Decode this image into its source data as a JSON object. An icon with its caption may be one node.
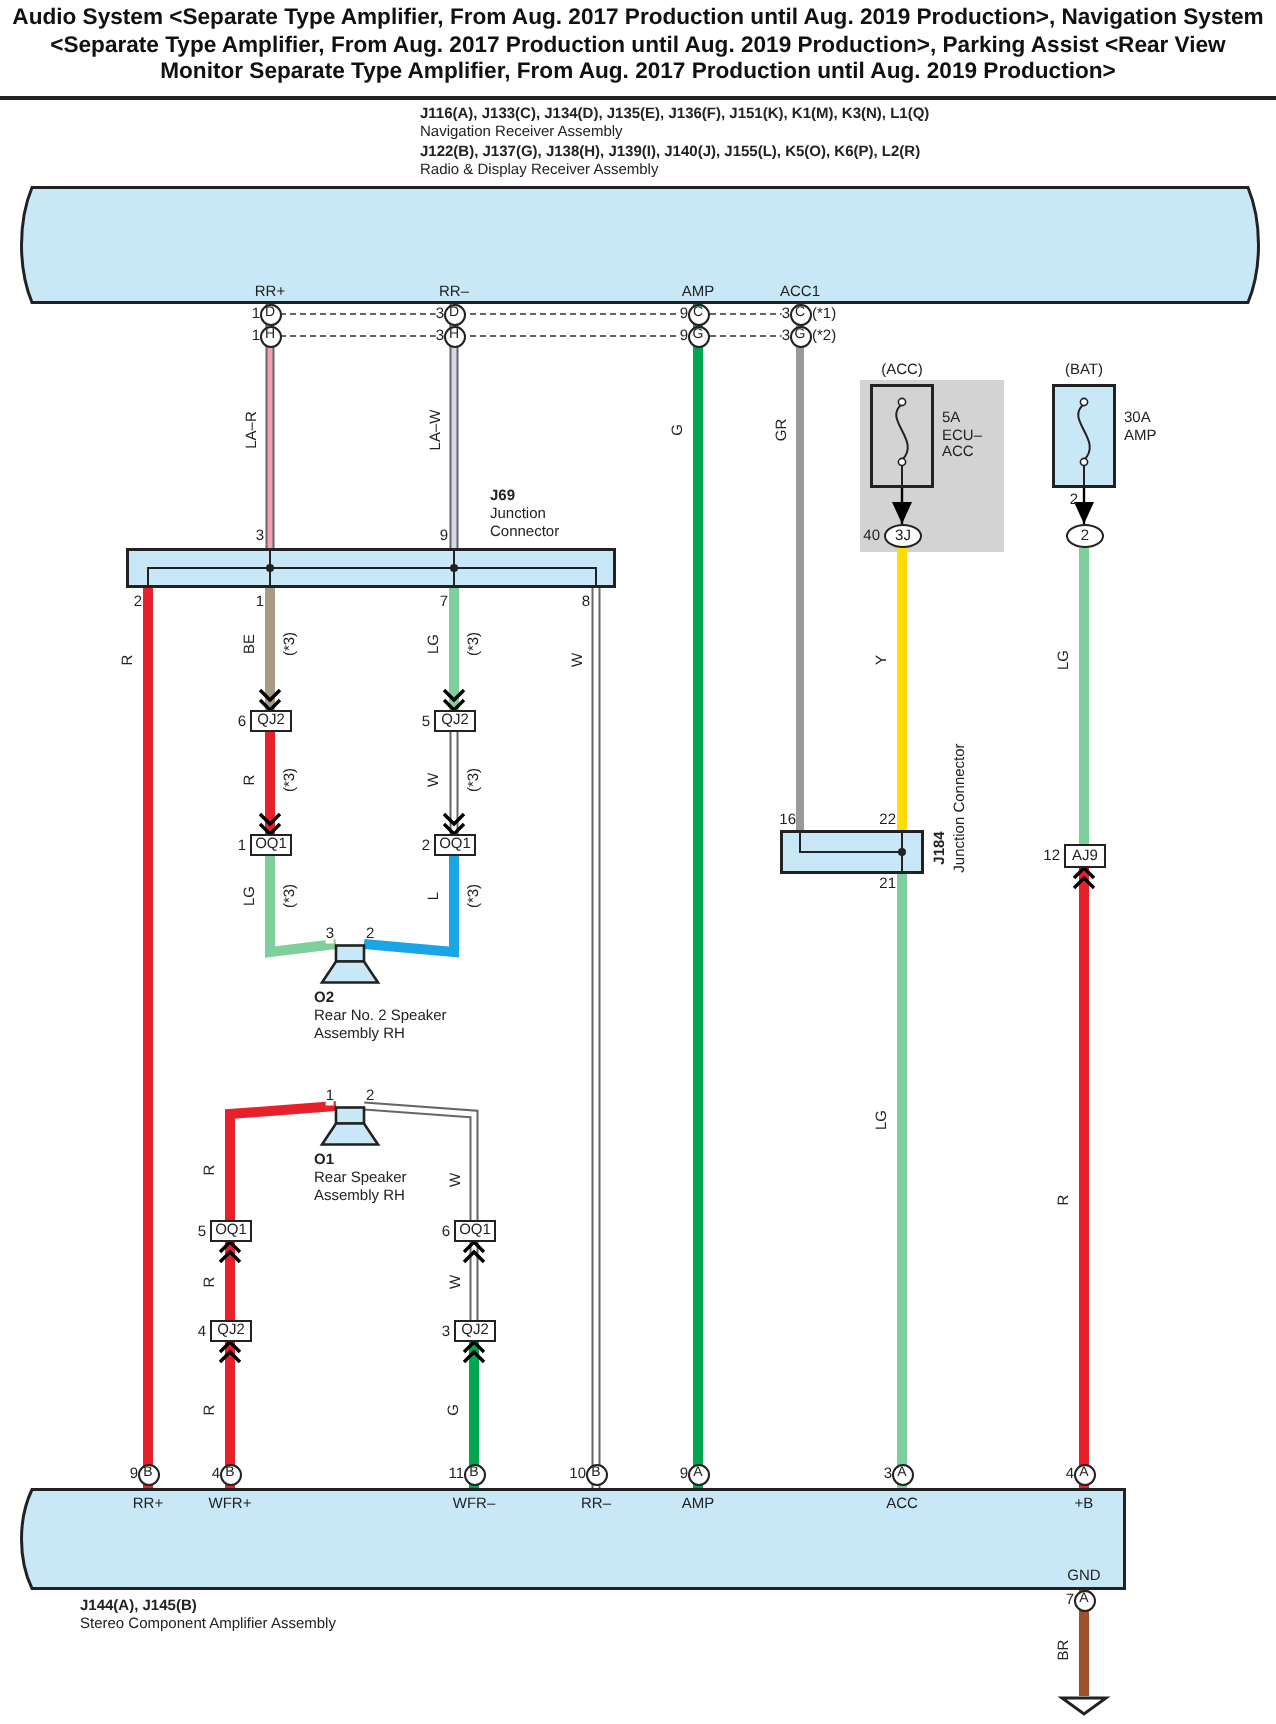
{
  "diagram": {
    "title": "Audio System <Separate Type Amplifier, From Aug. 2017 Production until Aug. 2019 Production>, Navigation System <Separate Type Amplifier, From Aug. 2017 Production until Aug. 2019 Production>, Parking Assist <Rear View Monitor Separate Type Amplifier, From Aug. 2017 Production until Aug. 2019 Production>",
    "nodes": [
      {
        "text": [
          "J116(A), J133(C), J134(D), J135(E), J136(F), J151(K), K1(M), K3(N), L1(Q)",
          "Navigation Receiver Assembly",
          "J122(B), J137(G), J138(H), J139(I), J140(J), J155(L), K5(O), K6(P), L2(R)",
          "Radio & Display Receiver Assembly",
          "RR+",
          "RR–",
          "AMP",
          "ACC1"
        ]
      },
      {
        "text": [
          "J69",
          "Junction Connector"
        ]
      },
      {
        "text": [
          "QJ2"
        ],
        "beside": [
          "6"
        ]
      },
      {
        "text": [
          "QJ2"
        ],
        "beside": [
          "5"
        ]
      },
      {
        "text": [
          "OQ1"
        ],
        "beside": [
          "1"
        ]
      },
      {
        "text": [
          "OQ1"
        ],
        "beside": [
          "2"
        ]
      },
      {
        "text": [
          "O2",
          "Rear No. 2 Speaker Assembly RH"
        ]
      },
      {
        "text": [
          "O1",
          "Rear Speaker Assembly RH"
        ]
      },
      {
        "text": [
          "OQ1"
        ],
        "beside": [
          "5"
        ]
      },
      {
        "text": [
          "OQ1"
        ],
        "beside": [
          "6"
        ]
      },
      {
        "text": [
          "QJ2"
        ],
        "beside": [
          "4"
        ]
      },
      {
        "text": [
          "QJ2"
        ],
        "beside": [
          "3"
        ]
      },
      {
        "text": [
          "5A ECU– ACC"
        ],
        "beside": [
          "(ACC)"
        ]
      },
      {
        "text": [
          "3J"
        ],
        "beside": [
          "40"
        ]
      },
      {
        "text": [
          "30A AMP"
        ],
        "beside": [
          "(BAT)",
          "2"
        ]
      },
      {
        "text": [
          "2"
        ]
      },
      {
        "text": [
          "J184",
          "Junction Connector"
        ],
        "beside": [
          "16",
          "22",
          "21"
        ]
      },
      {
        "text": [
          "AJ9"
        ],
        "beside": [
          "12"
        ]
      },
      {
        "text": [
          "J144(A), J145(B)",
          "Stereo Component Amplifier Assembly",
          "RR+",
          "WFR+",
          "WFR–",
          "RR–",
          "AMP",
          "ACC",
          "+B",
          "GND"
        ]
      },
      {
        "text": [],
        "shape": "ground"
      }
    ],
    "edges": [
      {
        "from": 0,
        "to": 1,
        "arrow": "none",
        "label": "LA–R",
        "color": "#f4a0b0"
      },
      {
        "from": 0,
        "to": 1,
        "arrow": "none",
        "label": "LA–W",
        "color": "#d8d8ec"
      },
      {
        "from": 1,
        "to": 18,
        "arrow": "none",
        "label": "R",
        "color": "#e8202a"
      },
      {
        "from": 1,
        "to": 2,
        "arrow": "to",
        "label": "BE",
        "color": "#a89a84"
      },
      {
        "from": 1,
        "to": 3,
        "arrow": "to",
        "label": "LG",
        "color": "#7fcf9c"
      },
      {
        "from": 1,
        "to": 18,
        "arrow": "none",
        "label": "W",
        "color": "#ffffff"
      },
      {
        "from": 2,
        "to": 4,
        "arrow": "to",
        "label": "R",
        "color": "#e8202a"
      },
      {
        "from": 3,
        "to": 5,
        "arrow": "to",
        "label": "W",
        "color": "#ffffff"
      },
      {
        "from": 4,
        "to": 6,
        "arrow": "none",
        "label": "LG",
        "color": "#7fcf9c"
      },
      {
        "from": 5,
        "to": 6,
        "arrow": "none",
        "label": "L",
        "color": "#1aa6e6"
      },
      {
        "from": 7,
        "to": 8,
        "arrow": "none",
        "label": "R",
        "color": "#e8202a"
      },
      {
        "from": 7,
        "to": 9,
        "arrow": "none",
        "label": "W",
        "color": "#ffffff"
      },
      {
        "from": 10,
        "to": 8,
        "arrow": "to",
        "label": "R",
        "color": "#e8202a"
      },
      {
        "from": 18,
        "to": 10,
        "arrow": "to",
        "label": "R",
        "color": "#e8202a"
      },
      {
        "from": 11,
        "to": 9,
        "arrow": "to",
        "label": "W",
        "color": "#ffffff"
      },
      {
        "from": 18,
        "to": 11,
        "arrow": "to",
        "label": "G",
        "color": "#00a651"
      },
      {
        "from": 0,
        "to": 18,
        "arrow": "none",
        "label": "G",
        "color": "#00a651"
      },
      {
        "from": 0,
        "to": 16,
        "arrow": "none",
        "label": "GR",
        "color": "#9a9a9a"
      },
      {
        "from": 12,
        "to": 13,
        "arrow": "to",
        "color": "#000000"
      },
      {
        "from": 13,
        "to": 16,
        "arrow": "none",
        "label": "Y",
        "color": "#ffdd00"
      },
      {
        "from": 16,
        "to": 18,
        "arrow": "none",
        "label": "LG",
        "color": "#7fcf9c"
      },
      {
        "from": 14,
        "to": 15,
        "arrow": "to",
        "color": "#000000"
      },
      {
        "from": 15,
        "to": 17,
        "arrow": "none",
        "label": "LG",
        "color": "#7fcf9c"
      },
      {
        "from": 18,
        "to": 17,
        "arrow": "to",
        "label": "R",
        "color": "#e8202a"
      },
      {
        "from": 18,
        "to": 19,
        "arrow": "none",
        "label": "BR",
        "color": "#a0522d"
      }
    ],
    "labels": [
      "1",
      "D",
      "3",
      "D",
      "9",
      "C",
      "3",
      "C",
      "(*1)",
      "1",
      "H",
      "3",
      "H",
      "9",
      "G",
      "3",
      "G",
      "(*2)",
      "3",
      "9",
      "2",
      "1",
      "7",
      "8",
      "(*3)",
      "(*3)",
      "(*3)",
      "(*3)",
      "(*3)",
      "(*3)",
      "3",
      "2",
      "1",
      "2",
      "9",
      "B",
      "4",
      "B",
      "11",
      "B",
      "10",
      "B",
      "9",
      "A",
      "3",
      "A",
      "4",
      "A",
      "7",
      "A"
    ]
  }
}
